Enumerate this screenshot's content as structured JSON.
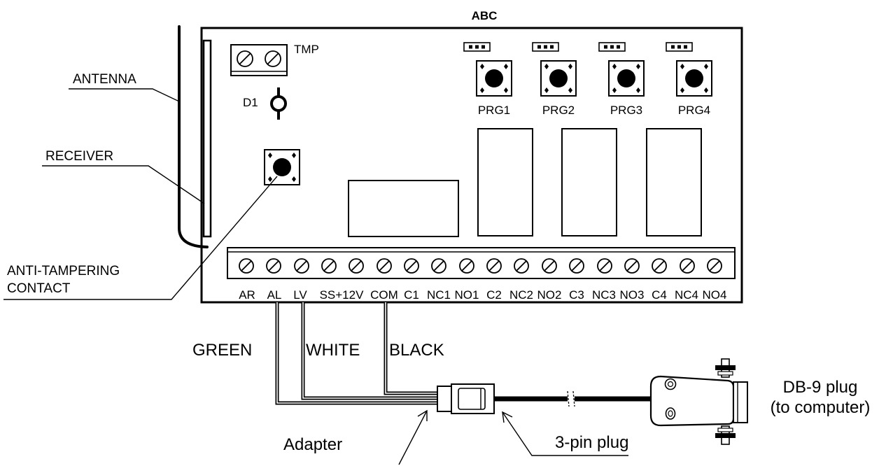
{
  "title": "ABC",
  "callouts": {
    "antenna": "ANTENNA",
    "receiver": "RECEIVER",
    "anti_tampering_line1": "ANTI-TAMPERING",
    "anti_tampering_line2": "CONTACT"
  },
  "board": {
    "tmp_label": "TMP",
    "d1_label": "D1",
    "prg_labels": [
      "PRG1",
      "PRG2",
      "PRG3",
      "PRG4"
    ],
    "terminal_labels": [
      "AR",
      "AL",
      "LV",
      "SS+12V",
      "COM",
      "C1",
      "NC1",
      "NO1",
      "C2",
      "NC2",
      "NO2",
      "C3",
      "NC3",
      "NO3",
      "C4",
      "NC4",
      "NO4"
    ]
  },
  "wires": {
    "green": "GREEN",
    "white": "WHITE",
    "black": "BLACK"
  },
  "cable": {
    "adapter_label": "Adapter",
    "plug_label": "3-pin plug",
    "db9_line1": "DB-9 plug",
    "db9_line2": "(to computer)"
  }
}
